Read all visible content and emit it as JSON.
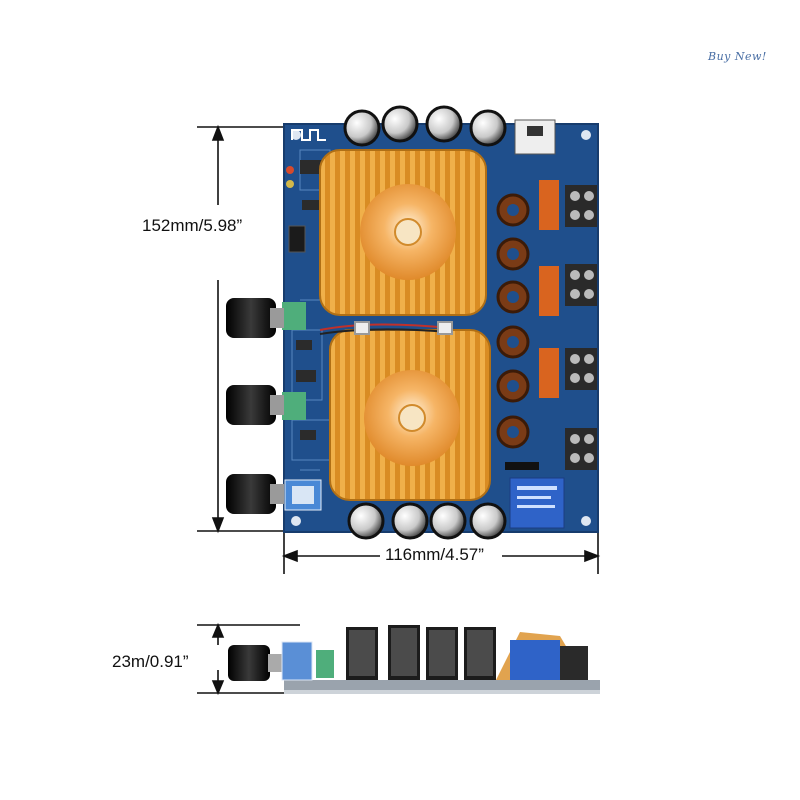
{
  "badge": {
    "text": "Buy  New!"
  },
  "dimensions": {
    "height": "152mm/5.98”",
    "width": "116mm/4.57”",
    "thickness": "23m/0.91”"
  },
  "colors": {
    "pcb": "#1f4f8c",
    "heatsink": "#e39a2c",
    "fan": "#f2a04a",
    "capacitor": "#1a1a1a",
    "relay": "#2f63c8",
    "terminal": "#2a2a2a",
    "knob": "#111111",
    "potentiometer": "#4fae7b"
  },
  "icons": [
    "bluetooth-icon",
    "knob-icon",
    "fan-icon",
    "capacitor-icon",
    "inductor-icon",
    "relay-icon",
    "terminal-icon"
  ]
}
